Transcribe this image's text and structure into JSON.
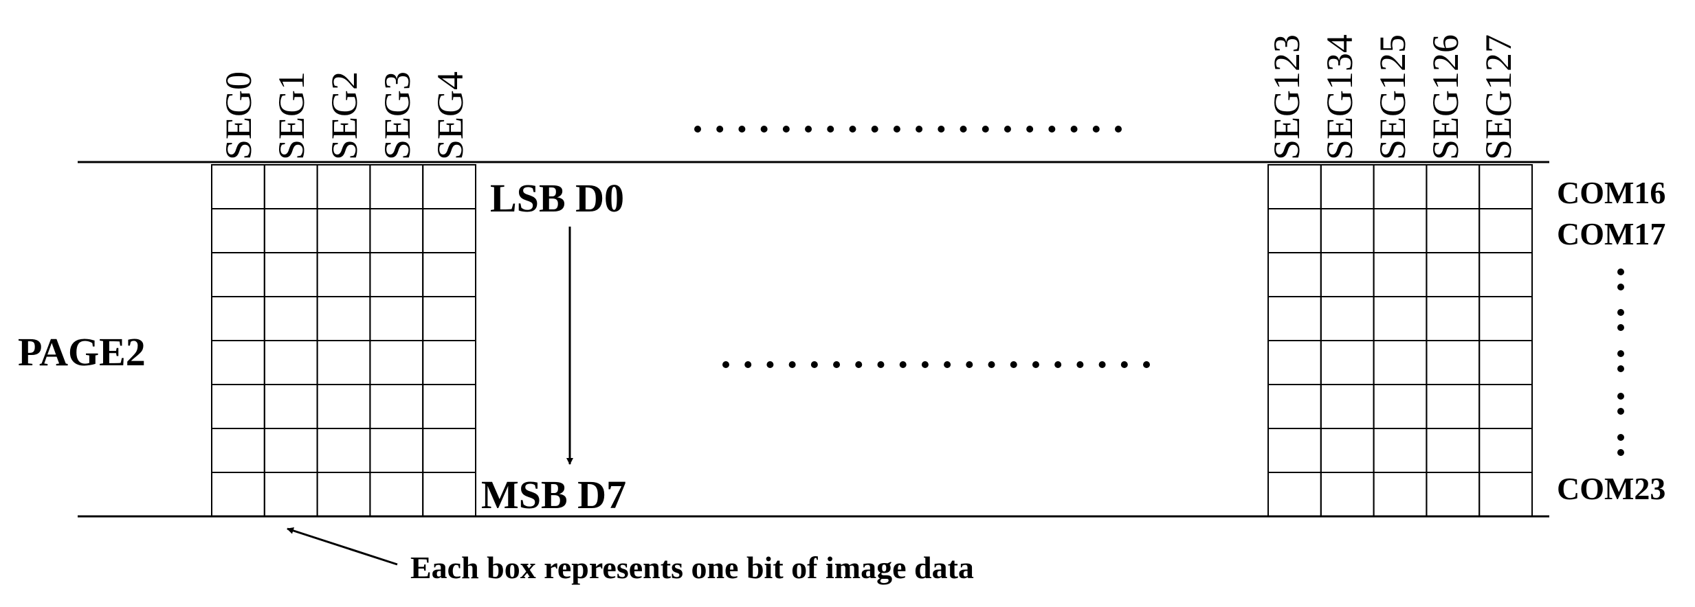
{
  "page_label": "PAGE2",
  "left_segments": [
    "SEG0",
    "SEG1",
    "SEG2",
    "SEG3",
    "SEG4"
  ],
  "right_segments": [
    "SEG123",
    "SEG134",
    "SEG125",
    "SEG126",
    "SEG127"
  ],
  "bit_labels": {
    "lsb": "LSB D0",
    "msb": "MSB D7"
  },
  "com_labels": {
    "first": "COM16",
    "second": "COM17",
    "last": "COM23"
  },
  "caption": "Each box represents one bit of image data",
  "grid": {
    "columns_per_block": 5,
    "rows_per_block": 8
  }
}
